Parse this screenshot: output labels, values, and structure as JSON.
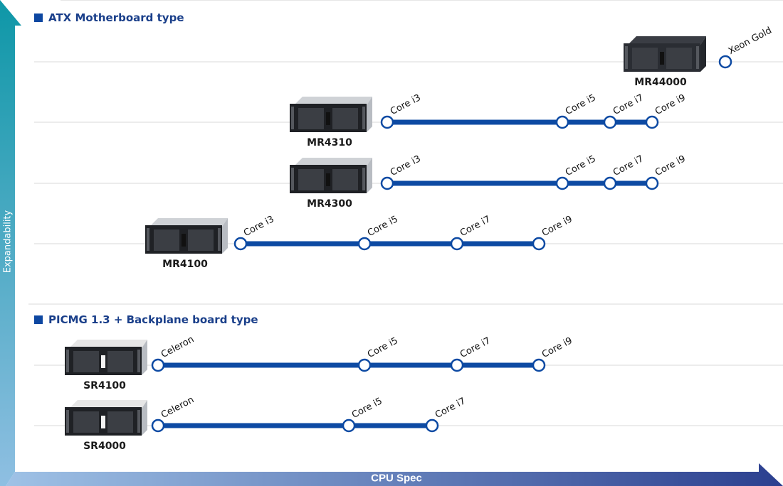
{
  "axes": {
    "y_label": "Expandability",
    "x_label": "CPU Spec",
    "y_gradient": [
      "#0e97a7",
      "#8fbfe2"
    ],
    "x_gradient": [
      "#9fc2e6",
      "#2b3f8f"
    ]
  },
  "colors": {
    "line": "#0d4aa3",
    "node_stroke": "#0d4aa3",
    "node_fill": "#ffffff",
    "grid": "#e6e6e6",
    "section_title": "#1a3f8a"
  },
  "sections": [
    {
      "title": "ATX Motherboard type",
      "products": [
        {
          "model": "MR44000",
          "chassis": "dark",
          "cpus": [
            "Xeon Gold"
          ]
        },
        {
          "model": "MR4310",
          "chassis": "silver",
          "cpus": [
            "Core i3",
            "Core i5",
            "Core i7",
            "Core i9"
          ]
        },
        {
          "model": "MR4300",
          "chassis": "silver",
          "cpus": [
            "Core i3",
            "Core i5",
            "Core i7",
            "Core i9"
          ]
        },
        {
          "model": "MR4100",
          "chassis": "silver",
          "cpus": [
            "Core i3",
            "Core i5",
            "Core i7",
            "Core i9"
          ]
        }
      ]
    },
    {
      "title": "PICMG 1.3 + Backplane board type",
      "products": [
        {
          "model": "SR4100",
          "chassis": "silver-top",
          "cpus": [
            "Celeron",
            "Core i5",
            "Core i7",
            "Core i9"
          ]
        },
        {
          "model": "SR4000",
          "chassis": "silver-top",
          "cpus": [
            "Celeron",
            "Core i5",
            "Core i7"
          ]
        }
      ]
    }
  ]
}
